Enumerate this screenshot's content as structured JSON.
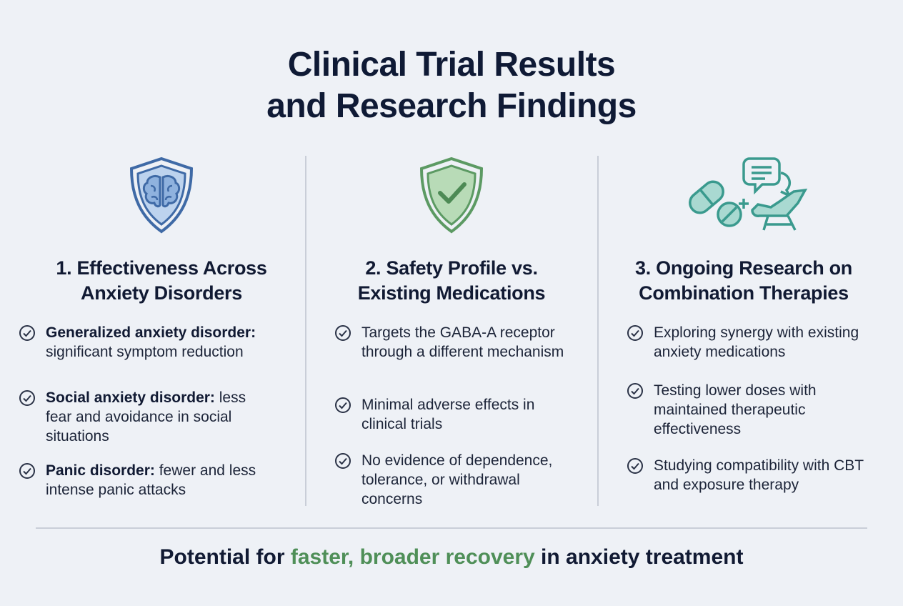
{
  "title": {
    "line1": "Clinical Trial Results",
    "line2": "and Research Findings"
  },
  "columns": [
    {
      "icon": "brain-shield-icon",
      "title_line1": "1. Effectiveness Across",
      "title_line2": "Anxiety Disorders",
      "items": [
        {
          "bold": "Generalized anxiety disorder:",
          "text": " significant symptom reduction"
        },
        {
          "bold": "Social anxiety disorder:",
          "text": " less fear and avoidance in social situations"
        },
        {
          "bold": "Panic disorder:",
          "text": " fewer and less intense panic attacks"
        }
      ]
    },
    {
      "icon": "check-shield-icon",
      "title_line1": "2. Safety Profile vs.",
      "title_line2": "Existing Medications",
      "items": [
        {
          "bold": "",
          "text": "Targets the GABA-A receptor through a different mechanism"
        },
        {
          "bold": "",
          "text": "Minimal adverse effects in clinical trials"
        },
        {
          "bold": "",
          "text": "No evidence of dependence, tolerance, or withdrawal concerns"
        }
      ]
    },
    {
      "icon": "pills-therapy-icon",
      "title_line1": "3. Ongoing Research on",
      "title_line2": "Combination Therapies",
      "items": [
        {
          "bold": "",
          "text": "Exploring synergy with existing anxiety medications"
        },
        {
          "bold": "",
          "text": "Testing lower doses with maintained therapeutic effectiveness"
        },
        {
          "bold": "",
          "text": "Studying compatibility with CBT and exposure therapy"
        }
      ]
    }
  ],
  "tagline": {
    "before": "Potential for ",
    "highlight": "faster, broader recovery",
    "after": " in anxiety treatment"
  },
  "colors": {
    "navy": "#0f1a35",
    "blue_icon": "#3f6aa6",
    "green_icon": "#5c9a63",
    "teal_icon": "#3a9a8e",
    "highlight_green": "#4f8f58"
  }
}
